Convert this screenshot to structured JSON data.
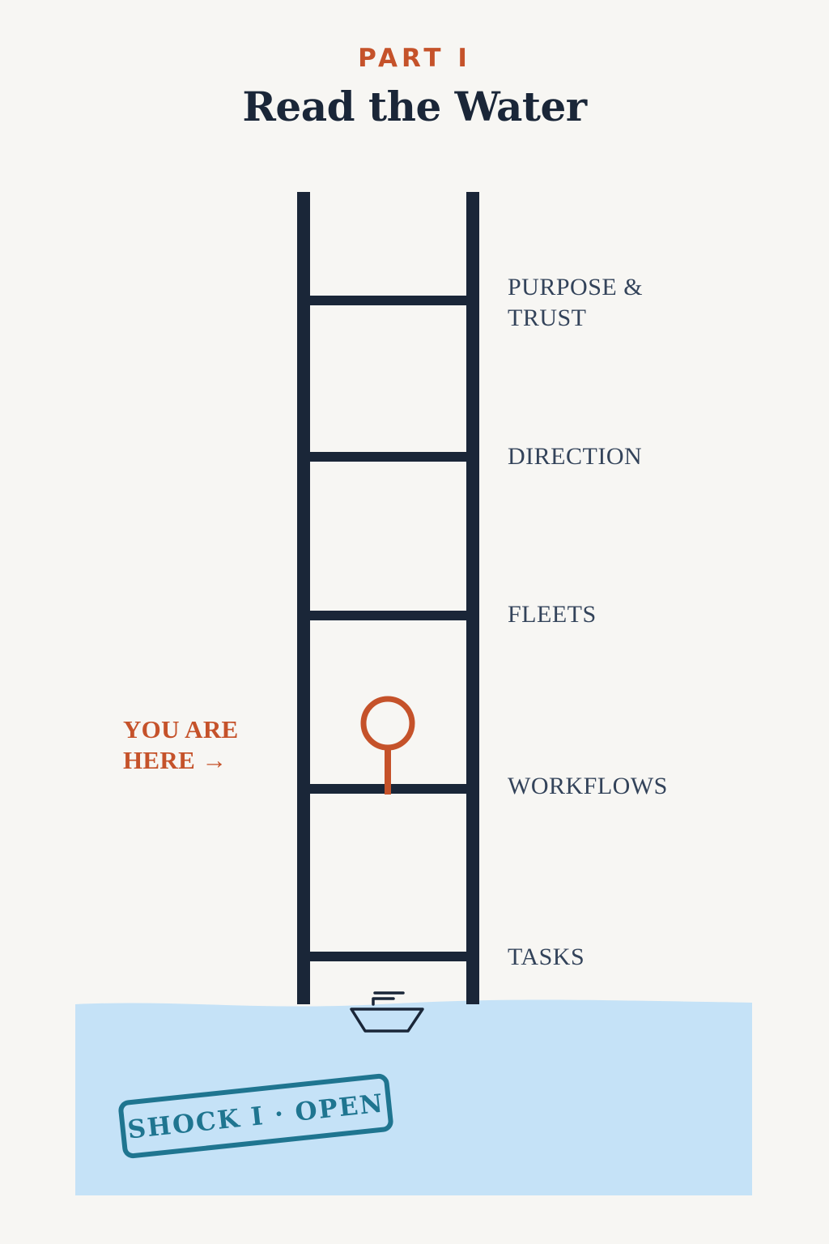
{
  "header": {
    "part": "PART I",
    "title": "Read the Water"
  },
  "ladder": {
    "rungs": [
      {
        "line1": "PURPOSE &",
        "line2": "TRUST"
      },
      {
        "line1": "DIRECTION",
        "line2": ""
      },
      {
        "line1": "FLEETS",
        "line2": ""
      },
      {
        "line1": "WORKFLOWS",
        "line2": ""
      },
      {
        "line1": "TASKS",
        "line2": ""
      }
    ],
    "current_rung": "WORKFLOWS"
  },
  "marker": {
    "line1": "YOU ARE",
    "line2": "HERE →"
  },
  "stamp": {
    "text": "SHOCK I · OPEN"
  },
  "colors": {
    "background": "#f7f6f3",
    "ink": "#1a2638",
    "label": "#33435a",
    "accent": "#c5522a",
    "water": "#c5e2f7",
    "stamp": "#1f7590"
  },
  "icons": {
    "marker": "location-pin-icon",
    "boat": "boat-icon"
  }
}
